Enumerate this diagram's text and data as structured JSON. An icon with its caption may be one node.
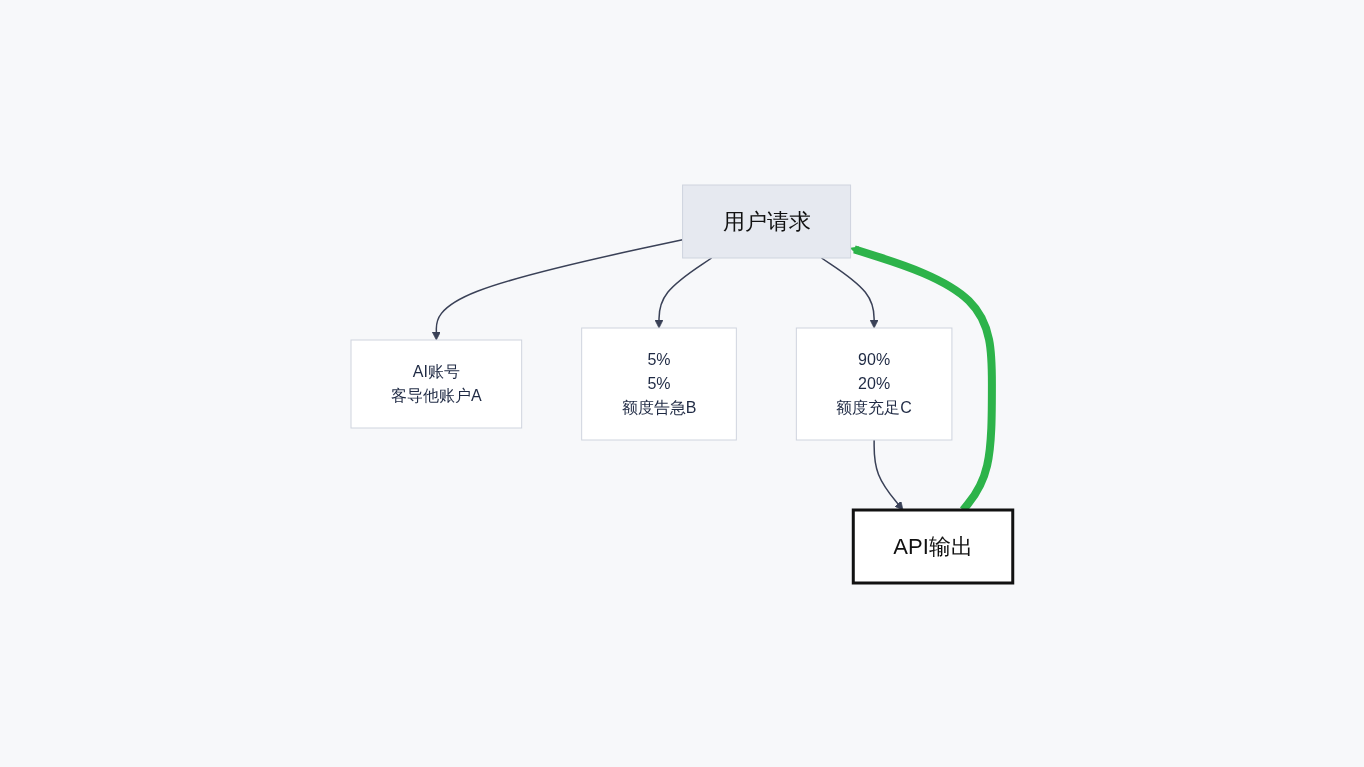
{
  "diagram": {
    "nodes": [
      {
        "text": [
          "用户请求"
        ]
      },
      {
        "text": [
          "AI账号",
          "客导他账户A"
        ]
      },
      {
        "text": [
          "5%",
          "5%",
          "额度告急B"
        ]
      },
      {
        "text": [
          "90%",
          "20%",
          "额度充足C"
        ]
      },
      {
        "text": [
          "API输出"
        ]
      }
    ],
    "edges": [
      {
        "from": 0,
        "to": 1,
        "arrow": "to"
      },
      {
        "from": 0,
        "to": 2,
        "arrow": "to"
      },
      {
        "from": 0,
        "to": 3,
        "arrow": "to"
      },
      {
        "from": 3,
        "to": 4,
        "arrow": "to"
      },
      {
        "from": 4,
        "to": 0,
        "arrow": "to",
        "style": "thick",
        "color": "#2db34a"
      }
    ]
  }
}
